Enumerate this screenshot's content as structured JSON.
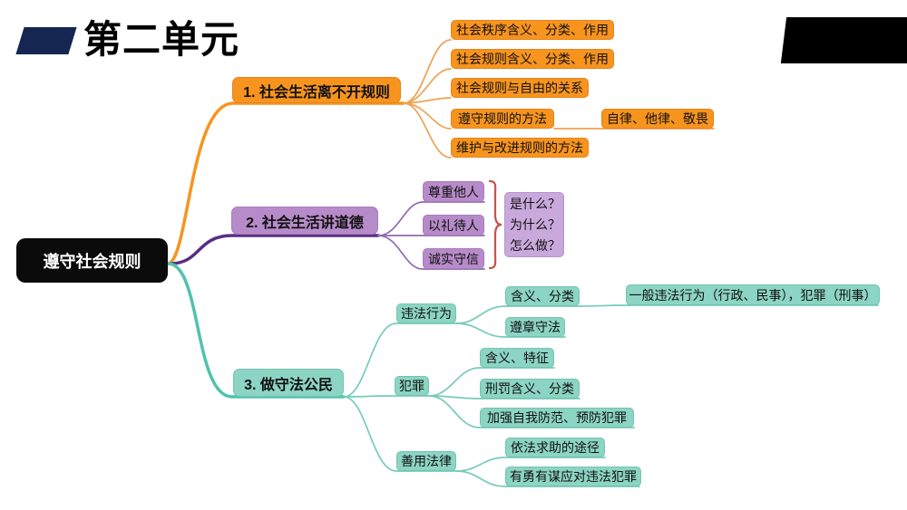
{
  "slide": {
    "unit_title": "第二单元"
  },
  "colors": {
    "orange": "#F7941E",
    "purple": "#B78BC9",
    "purple_light": "#C9A9DC",
    "teal": "#8CD4C3",
    "navy_decoration": "#152750",
    "black_decoration": "#000000",
    "orange_branch_line": "#F7941E",
    "purple_branch_line": "#5B2D84",
    "teal_branch_line": "#4FC2AF",
    "brace": "#C4524E",
    "root_background": "#0B0B0B"
  },
  "mindmap": {
    "root": "遵守社会规则",
    "branch1": {
      "label": "1. 社会生活离不开规则",
      "children": [
        "社会秩序含义、分类、作用",
        "社会规则含义、分类、作用",
        "社会规则与自由的关系",
        "遵守规则的方法",
        "维护与改进规则的方法"
      ],
      "methods_detail": "自律、他律、敬畏"
    },
    "branch2": {
      "label": "2. 社会生活讲道德",
      "children": [
        "尊重他人",
        "以礼待人",
        "诚实守信"
      ],
      "summary_lines": [
        "是什么？",
        "为什么？",
        "怎么做？"
      ]
    },
    "branch3": {
      "label": "3. 做守法公民",
      "children": {
        "illegal": {
          "label": "违法行为",
          "items": [
            "含义、分类",
            "遵章守法"
          ],
          "detail": "一般违法行为（行政、民事），犯罪（刑事）"
        },
        "crime": {
          "label": "犯罪",
          "items": [
            "含义、特征",
            "刑罚含义、分类",
            "加强自我防范、预防犯罪"
          ]
        },
        "law": {
          "label": "善用法律",
          "items": [
            "依法求助的途径",
            "有勇有谋应对违法犯罪"
          ]
        }
      }
    }
  }
}
